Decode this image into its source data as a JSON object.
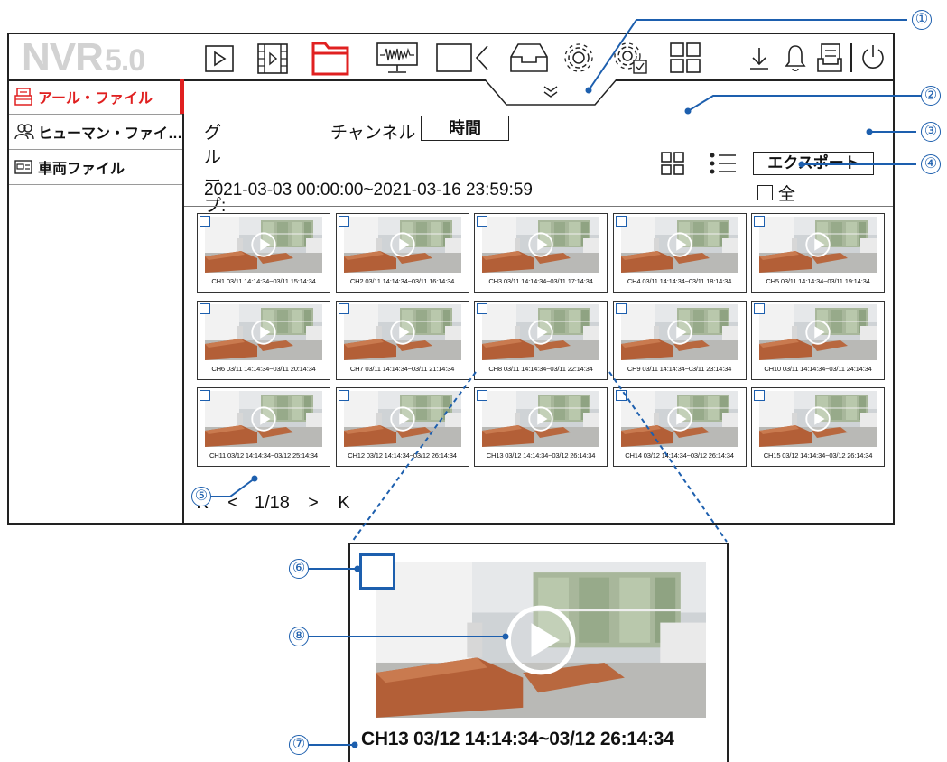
{
  "app": {
    "logo_main": "NVR",
    "logo_version": "5.0"
  },
  "nav": {
    "icons": [
      "playback-icon",
      "film-icon",
      "folder-icon",
      "monitor-wave-icon",
      "camera-icon",
      "tray-icon",
      "gear-icon",
      "system-gear-icon",
      "grid-icon",
      "download-icon",
      "bell-icon",
      "document-icon",
      "power-icon"
    ],
    "active": "folder-icon",
    "active_color": "#e02020"
  },
  "sidebar": {
    "items": [
      {
        "label": "アール・ファイル",
        "icon": "stack-file-icon",
        "active": true
      },
      {
        "label": "ヒューマン・ファイ…",
        "icon": "people-icon",
        "active": false
      },
      {
        "label": "車両ファイル",
        "icon": "car-card-icon",
        "active": false
      }
    ]
  },
  "controls": {
    "group_label": "グループ:",
    "channel_label": "チャンネル",
    "time_button": "時間",
    "export_button": "エクスポート",
    "select_all_label": "全",
    "date_range": "2021-03-03 00:00:00~2021-03-16 23:59:59"
  },
  "thumbnails": [
    {
      "caption": "CH1 03/11 14:14:34~03/11 15:14:34"
    },
    {
      "caption": "CH2 03/11 14:14:34~03/11 16:14:34"
    },
    {
      "caption": "CH3 03/11 14:14:34~03/11 17:14:34"
    },
    {
      "caption": "CH4 03/11 14:14:34~03/11 18:14:34"
    },
    {
      "caption": "CH5 03/11 14:14:34~03/11 19:14:34"
    },
    {
      "caption": "CH6 03/11 14:14:34~03/11 20:14:34"
    },
    {
      "caption": "CH7 03/11 14:14:34~03/11 21:14:34"
    },
    {
      "caption": "CH8 03/11 14:14:34~03/11 22:14:34"
    },
    {
      "caption": "CH9 03/11 14:14:34~03/11 23:14:34"
    },
    {
      "caption": "CH10 03/11 14:14:34~03/11 24:14:34"
    },
    {
      "caption": "CH11 03/12 14:14:34~03/12 25:14:34"
    },
    {
      "caption": "CH12 03/12 14:14:34~03/12 26:14:34"
    },
    {
      "caption": "CH13 03/12 14:14:34~03/12 26:14:34"
    },
    {
      "caption": "CH14 03/12 14:14:34~03/12 26:14:34"
    },
    {
      "caption": "CH15 03/12 14:14:34~03/12 26:14:34"
    }
  ],
  "pagination": {
    "first": "K",
    "prev": "<",
    "current": "1/18",
    "next": ">",
    "last": "K"
  },
  "zoom": {
    "caption": "CH13 03/12 14:14:34~03/12 26:14:34"
  },
  "callouts": [
    "①",
    "②",
    "③",
    "④",
    "⑤",
    "⑥",
    "⑦",
    "⑧"
  ],
  "colors": {
    "accent_red": "#e02020",
    "callout_blue": "#1d5fae",
    "logo_gray": "#d2d2d2"
  }
}
